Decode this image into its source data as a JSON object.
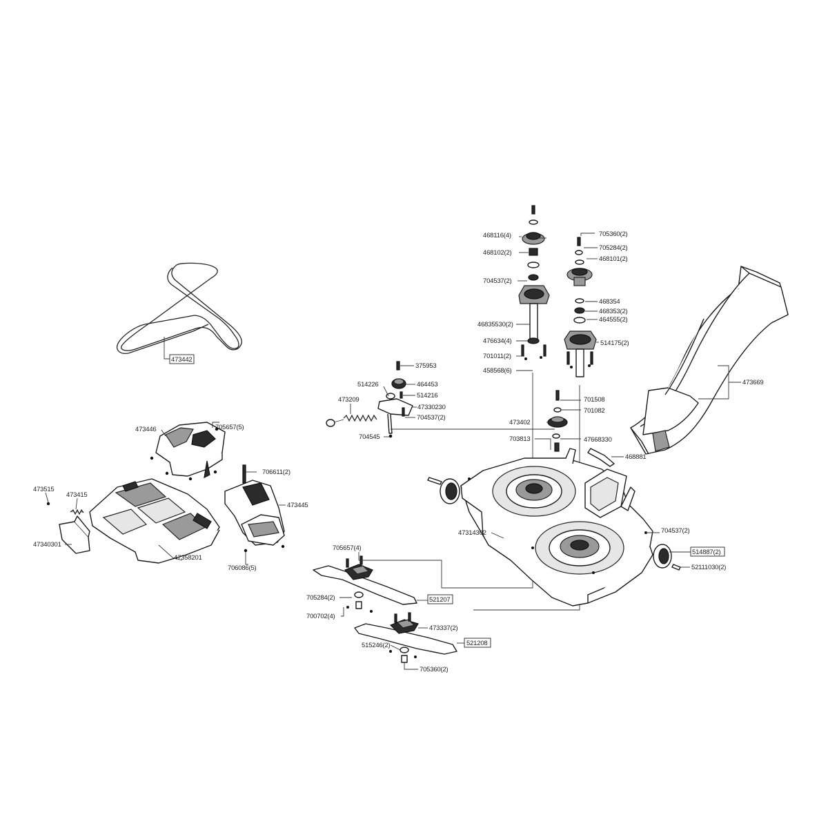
{
  "labels": {
    "l473442": "473442",
    "l375953": "375953",
    "l514226": "514226",
    "l464453": "464453",
    "l473209": "473209",
    "l514216": "514216",
    "l47330230": "47330230",
    "l704537b": "704537(2)",
    "l704545": "704545",
    "l473446": "473446",
    "l705657a": "705657(5)",
    "l706611": "706611(2)",
    "l473515": "473515",
    "l473415": "473415",
    "l473445": "473445",
    "l47340301": "47340301",
    "l47358201": "47358201",
    "l706086": "706086(5)",
    "l468116": "468116(4)",
    "l468102": "468102(2)",
    "l704537a": "704537(2)",
    "l46835530": "46835530(2)",
    "l476634": "476634(4)",
    "l701011": "701011(2)",
    "l458568": "458568(6)",
    "l705360a": "705360(2)",
    "l705284a": "705284(2)",
    "l468101": "468101(2)",
    "l468354": "468354",
    "l468353": "468353(2)",
    "l464555": "464555(2)",
    "l514175": "514175(2)",
    "l473669": "473669",
    "l701508": "701508",
    "l701082": "701082",
    "l473402": "473402",
    "l703813": "703813",
    "l47668330": "47668330",
    "l468881": "468881",
    "l47314302": "47314302",
    "l704537c": "704537(2)",
    "l514887": "514887(2)",
    "l52111030": "52111030(2)",
    "l705657b": "705657(4)",
    "l705284b": "705284(2)",
    "l521207": "521207",
    "l700702": "700702(4)",
    "l473337": "473337(2)",
    "l515246": "515246(2)",
    "l521208": "521208",
    "l705360b": "705360(2)"
  }
}
